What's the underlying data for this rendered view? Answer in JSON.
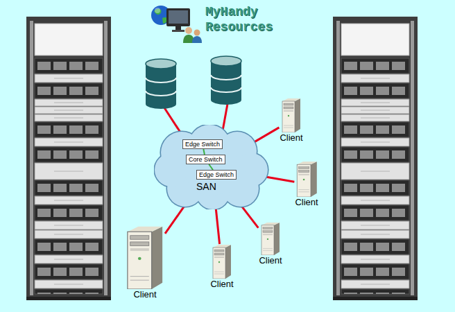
{
  "diagram": {
    "nodes": [
      {
        "text": [
          "SAN"
        ]
      },
      {
        "text": [
          "Edge Switch"
        ],
        "in": 0
      },
      {
        "text": [
          "Core Switch"
        ],
        "in": 0
      },
      {
        "text": [
          "Edge Switch"
        ],
        "in": 0
      },
      {
        "text": [
          "Client"
        ]
      },
      {
        "text": [
          "Client"
        ]
      },
      {
        "text": [
          "Client"
        ]
      },
      {
        "text": [
          "Client"
        ]
      },
      {
        "text": [
          "Client"
        ]
      }
    ],
    "edges": [
      {
        "from": 1,
        "to": 2,
        "arrow": "none"
      },
      {
        "from": 2,
        "to": 3,
        "arrow": "none"
      },
      {
        "from": 4,
        "to": 0,
        "arrow": "none"
      },
      {
        "from": 5,
        "to": 0,
        "arrow": "none"
      },
      {
        "from": 6,
        "to": 0,
        "arrow": "none"
      },
      {
        "from": 7,
        "to": 0,
        "arrow": "none"
      },
      {
        "from": 8,
        "to": 0,
        "arrow": "none"
      }
    ],
    "labels": [
      "MyHandy Resources"
    ]
  }
}
